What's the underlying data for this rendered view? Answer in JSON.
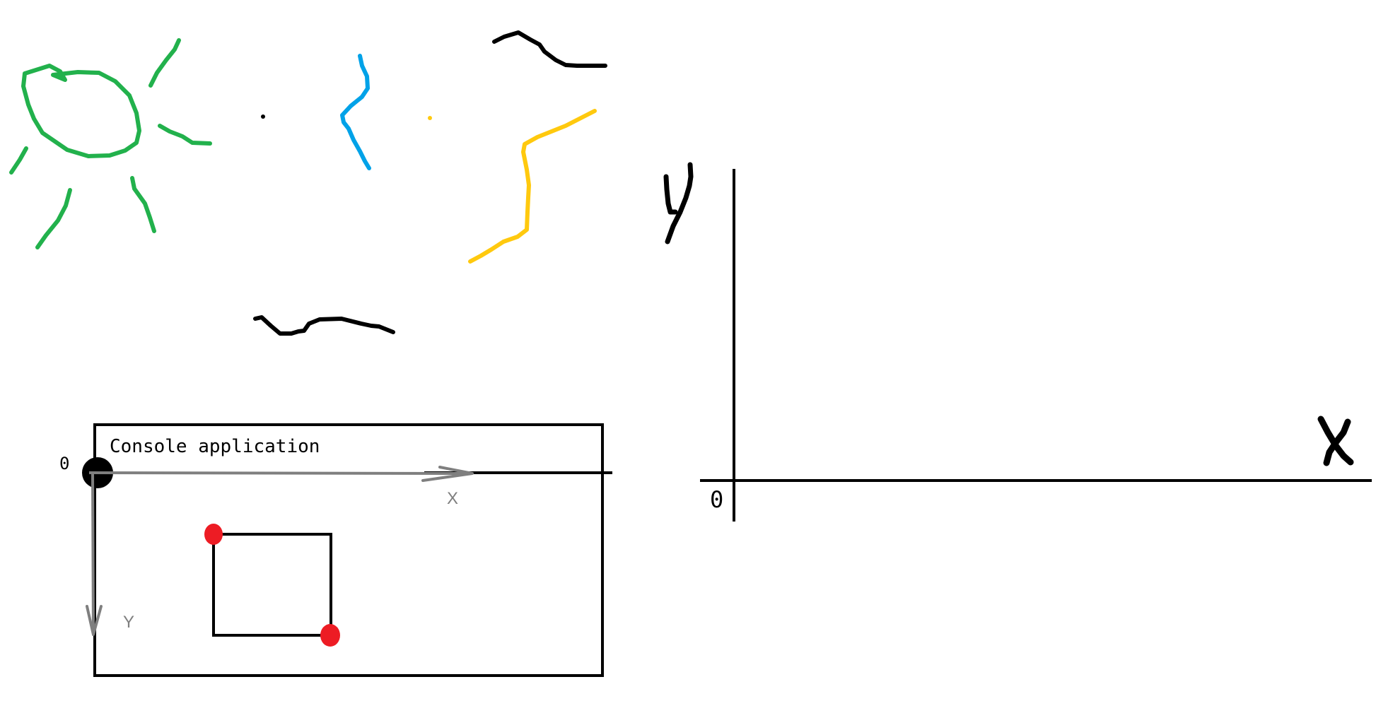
{
  "colors": {
    "background": "#ffffff",
    "ink": "#000000",
    "green": "#22b14c",
    "blue": "#00a2e8",
    "yellow": "#ffc90e",
    "gray_axis": "#7f7f7f",
    "red_point": "#ed1c24"
  },
  "console_panel": {
    "title": "Console application",
    "origin_label": "0",
    "x_axis_label": "X",
    "y_axis_label": "Y"
  },
  "cartesian_panel": {
    "origin_label": "0",
    "x_axis_label": "X",
    "y_axis_label": "Y"
  }
}
